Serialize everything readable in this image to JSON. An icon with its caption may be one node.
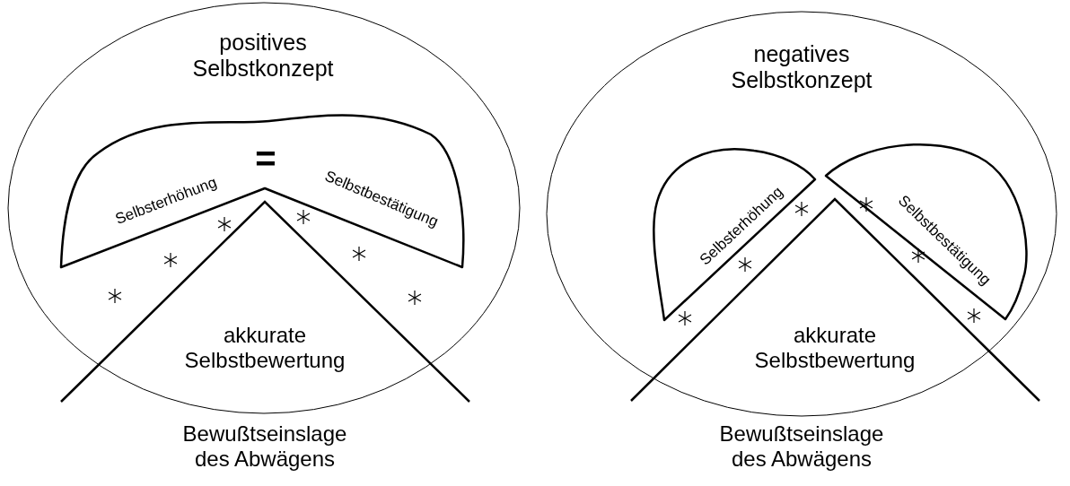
{
  "diagram": {
    "nodes": [
      {
        "text": [
          "positives Selbstkonzept"
        ]
      },
      {
        "text": [
          "Selbsterhöhung",
          "=",
          "Selbstbestätigung"
        ],
        "in": 0
      },
      {
        "text": [
          "akkurate Selbstbewertung"
        ],
        "in": 0
      },
      {
        "text": [
          "negatives Selbstkonzept"
        ]
      },
      {
        "text": [
          "Selbsterhöhung"
        ],
        "in": 3
      },
      {
        "text": [
          "Selbstbestätigung"
        ],
        "in": 3
      },
      {
        "text": [
          "akkurate Selbstbewertung"
        ],
        "in": 3
      }
    ],
    "edges": [],
    "labels": [
      "Bewußtseinslage des Abwägens",
      "Bewußtseinslage des Abwägens"
    ]
  }
}
